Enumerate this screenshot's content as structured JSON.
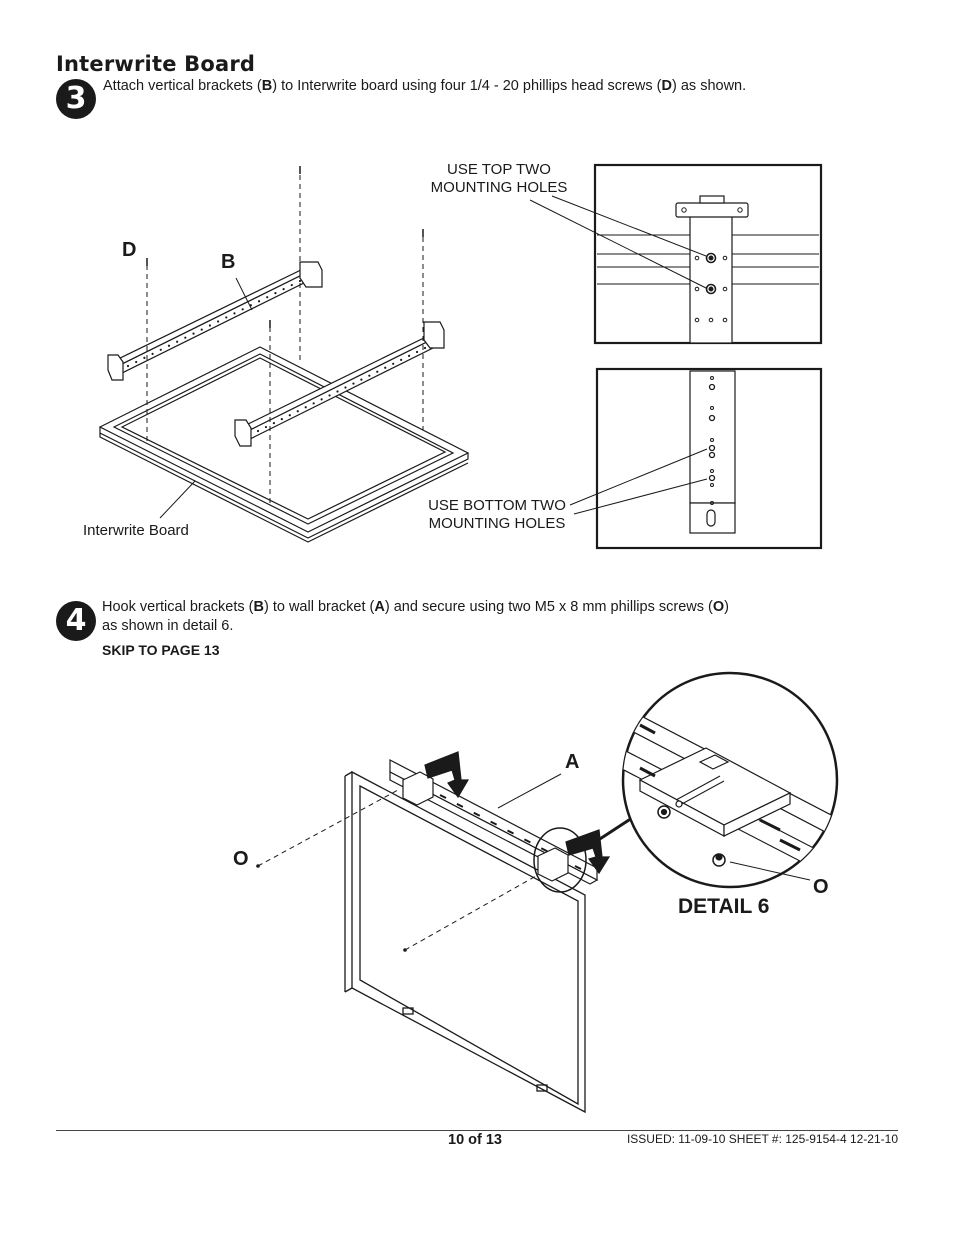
{
  "section": {
    "title": "Interwrite Board"
  },
  "step3": {
    "number": "3",
    "instruction": [
      {
        "t": "Attach vertical brackets (",
        "b": false
      },
      {
        "t": "B",
        "b": true
      },
      {
        "t": ") to Interwrite board using four 1/4 - 20 phillips head screws (",
        "b": false
      },
      {
        "t": "D",
        "b": true
      },
      {
        "t": ") as shown.",
        "b": false
      }
    ],
    "label_d": "D",
    "label_b": "B",
    "label_board": "Interwrite Board",
    "callout_top_1": "USE TOP TWO",
    "callout_top_2": "MOUNTING HOLES",
    "callout_bottom_1": "USE BOTTOM TWO",
    "callout_bottom_2": "MOUNTING HOLES"
  },
  "step4": {
    "number": "4",
    "instruction_line1": [
      {
        "t": "Hook vertical brackets (",
        "b": false
      },
      {
        "t": "B",
        "b": true
      },
      {
        "t": ") to wall bracket (",
        "b": false
      },
      {
        "t": "A",
        "b": true
      },
      {
        "t": ") and secure using two M5 x 8 mm phillips screws (",
        "b": false
      },
      {
        "t": "O",
        "b": true
      },
      {
        "t": ")",
        "b": false
      }
    ],
    "instruction_line2": "as shown in detail 6.",
    "skip_note": "SKIP TO PAGE 13",
    "label_a": "A",
    "label_o_left": "O",
    "label_o_right": "O",
    "detail_label": "DETAIL 6"
  },
  "footer": {
    "page": "10 of 13",
    "issued": "ISSUED: 11-09-10  SHEET #: 125-9154-4  12-21-10"
  }
}
